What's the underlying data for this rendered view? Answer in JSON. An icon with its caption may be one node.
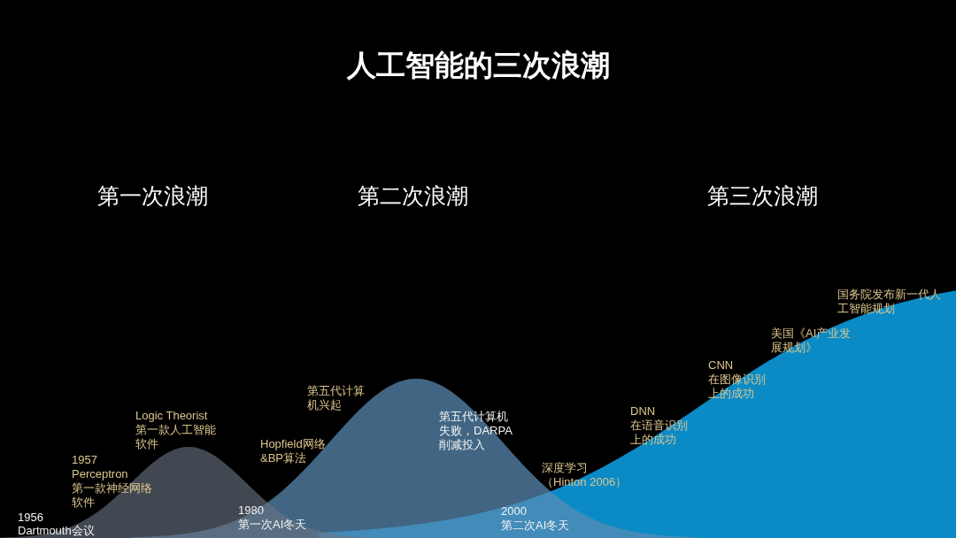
{
  "diagram": {
    "title": "人工智能的三次浪潮",
    "labels": [
      "第一次浪潮",
      "第二次浪潮",
      "第三次浪潮",
      "1956 Dartmouth会议",
      "1957 Perceptron 第一款神经网络软件",
      "Logic Theorist 第一款人工智能软件",
      "1980 第一次AI冬天",
      "Hopfield网络&BP算法",
      "第五代计算机兴起",
      "第五代计算机失败，DARPA削减投入",
      "2000 第二次AI冬天",
      "深度学习（Hinton 2006）",
      "DNN 在语音识别上的成功",
      "CNN 在图像识别上的成功",
      "美国《AI产业发展规划》",
      "国务院发布新一代人工智能规划"
    ]
  }
}
